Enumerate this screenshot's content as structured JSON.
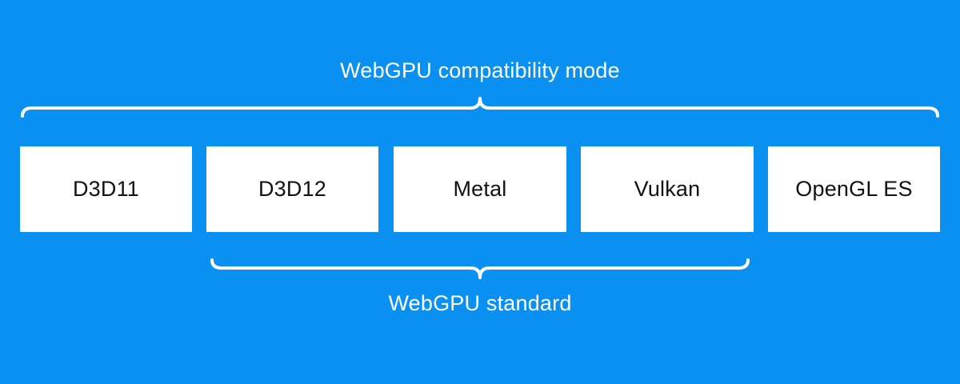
{
  "diagram": {
    "background_color": "#0a90f0",
    "box_color": "#ffffff",
    "text_color": "#111111",
    "top_group_label": "WebGPU compatibility mode",
    "bottom_group_label": "WebGPU standard",
    "boxes": [
      {
        "label": "D3D11"
      },
      {
        "label": "D3D12"
      },
      {
        "label": "Metal"
      },
      {
        "label": "Vulkan"
      },
      {
        "label": "OpenGL ES"
      }
    ]
  }
}
